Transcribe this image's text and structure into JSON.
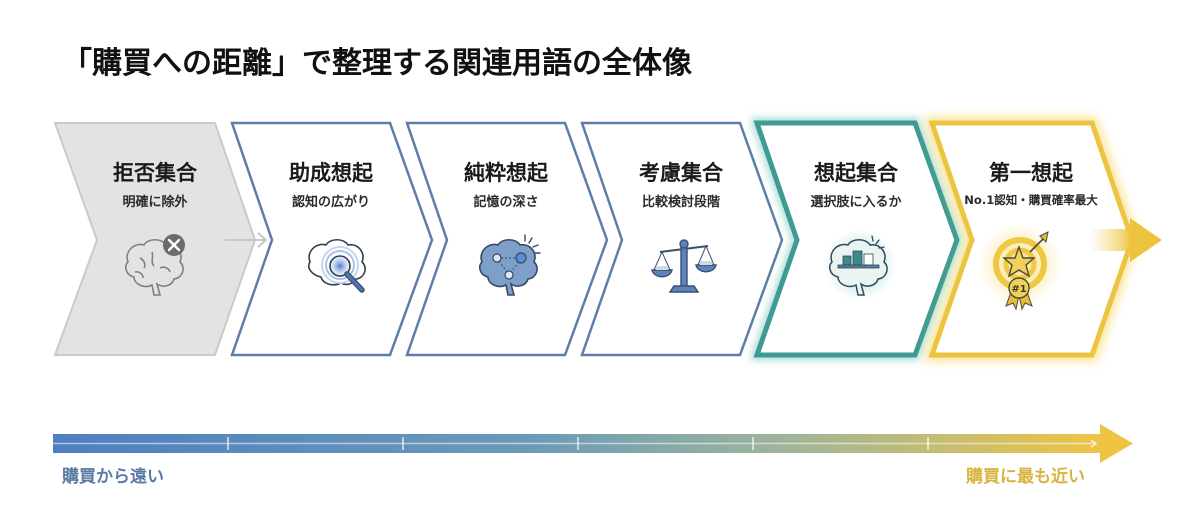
{
  "title": "「購買への距離」で整理する関連用語の全体像",
  "stages": [
    {
      "label": "拒否集合",
      "sub": "明確に除外",
      "icon": "brain-x-icon",
      "style": "rejected"
    },
    {
      "label": "助成想起",
      "sub": "認知の広がり",
      "icon": "brain-magnifier-icon",
      "style": "default"
    },
    {
      "label": "純粋想起",
      "sub": "記憶の深さ",
      "icon": "brain-network-icon",
      "style": "default"
    },
    {
      "label": "考慮集合",
      "sub": "比較検討段階",
      "icon": "scale-icon",
      "style": "default"
    },
    {
      "label": "想起集合",
      "sub": "選択肢に入るか",
      "icon": "brain-shelf-icon",
      "style": "highlight-teal"
    },
    {
      "label": "第一想起",
      "sub": "No.1認知・購買確率最大",
      "icon": "target-medal-icon",
      "style": "highlight-gold"
    }
  ],
  "axis": {
    "left_label": "購買から遠い",
    "right_label": "購買に最も近い",
    "gradient_start": "#4f7fc0",
    "gradient_end": "#efc445"
  },
  "colors": {
    "rejected_fill": "#e3e3e3",
    "rejected_stroke": "#c9c9c9",
    "default_stroke": "#5d7ea8",
    "teal": "#3e9a92",
    "gold": "#ecc43f"
  },
  "medal_text": "#1"
}
